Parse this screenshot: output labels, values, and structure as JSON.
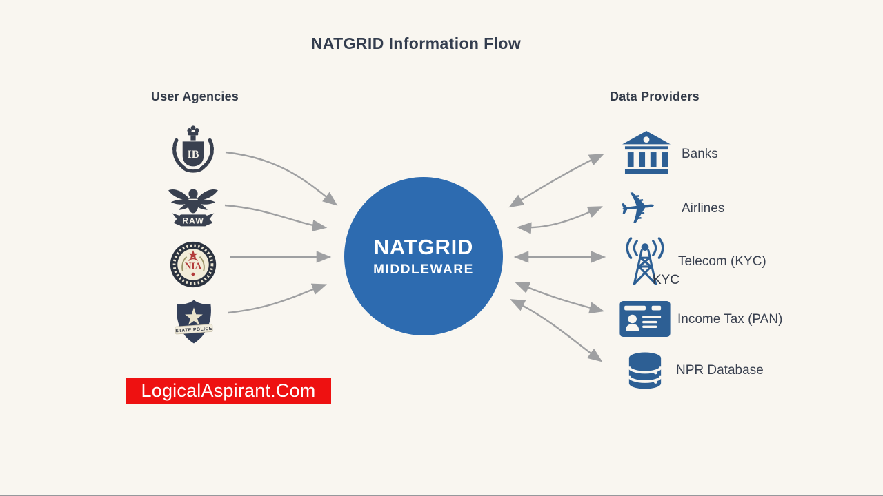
{
  "title": "NATGRID Information Flow",
  "center_node": {
    "title": "NATGRID",
    "subtitle": "MIDDLEWARE"
  },
  "user_agencies": {
    "header": "User Agencies",
    "items": [
      {
        "id": "ib",
        "badge_text": "IB"
      },
      {
        "id": "raw",
        "badge_text": "RAW"
      },
      {
        "id": "nia",
        "badge_text": "NIA"
      },
      {
        "id": "state-police",
        "badge_text": "STATE POLICE"
      }
    ]
  },
  "data_providers": {
    "header": "Data Providers",
    "items": [
      {
        "id": "banks",
        "label": "Banks"
      },
      {
        "id": "airlines",
        "label": "Airlines"
      },
      {
        "id": "telecom",
        "label": "Telecom (KYC)",
        "badge_text": "KYC"
      },
      {
        "id": "income-tax",
        "label": "Income Tax (PAN)"
      },
      {
        "id": "npr",
        "label": "NPR Database"
      }
    ]
  },
  "watermark": "LogicalAspirant.Com",
  "icons": {
    "airplane_glyph": "✈"
  },
  "colors": {
    "background": "#f9f6f0",
    "center_blue": "#2d6bb0",
    "provider_icon_blue": "#2d5f94",
    "agency_dark_slate": "#39404f",
    "arrow_gray": "#9fa0a2",
    "banner_red": "#ee1111",
    "nia_red": "#b23a3a"
  }
}
